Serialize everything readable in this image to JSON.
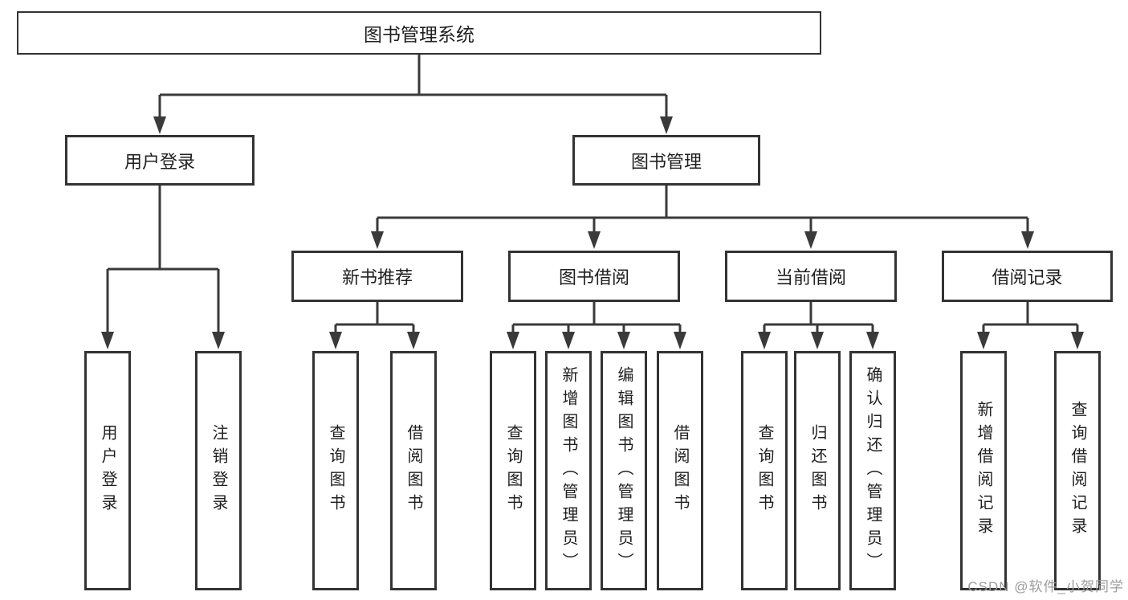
{
  "diagram": {
    "type": "hierarchy-tree",
    "colors": {
      "background": "#ffffff",
      "line": "#3a3a3a",
      "box_border": "#333333",
      "text": "#1f1f1f",
      "watermark": "#9c9c9c"
    },
    "tree": {
      "root": {
        "label": "图书管理系统",
        "children": [
          {
            "label": "用户登录",
            "children": [
              {
                "label": "用户登录"
              },
              {
                "label": "注销登录"
              }
            ]
          },
          {
            "label": "图书管理",
            "children": [
              {
                "label": "新书推荐",
                "children": [
                  {
                    "label": "查询图书"
                  },
                  {
                    "label": "借阅图书"
                  }
                ]
              },
              {
                "label": "图书借阅",
                "children": [
                  {
                    "label": "查询图书"
                  },
                  {
                    "label": "新增图书（管理员）"
                  },
                  {
                    "label": "编辑图书（管理员）"
                  },
                  {
                    "label": "借阅图书"
                  }
                ]
              },
              {
                "label": "当前借阅",
                "children": [
                  {
                    "label": "查询图书"
                  },
                  {
                    "label": "归还图书"
                  },
                  {
                    "label": "确认归还（管理员）"
                  }
                ]
              },
              {
                "label": "借阅记录",
                "children": [
                  {
                    "label": "新增借阅记录"
                  },
                  {
                    "label": "查询借阅记录"
                  }
                ]
              }
            ]
          }
        ]
      }
    },
    "watermark": {
      "text": "CSDN @软件_小贺同学"
    }
  }
}
